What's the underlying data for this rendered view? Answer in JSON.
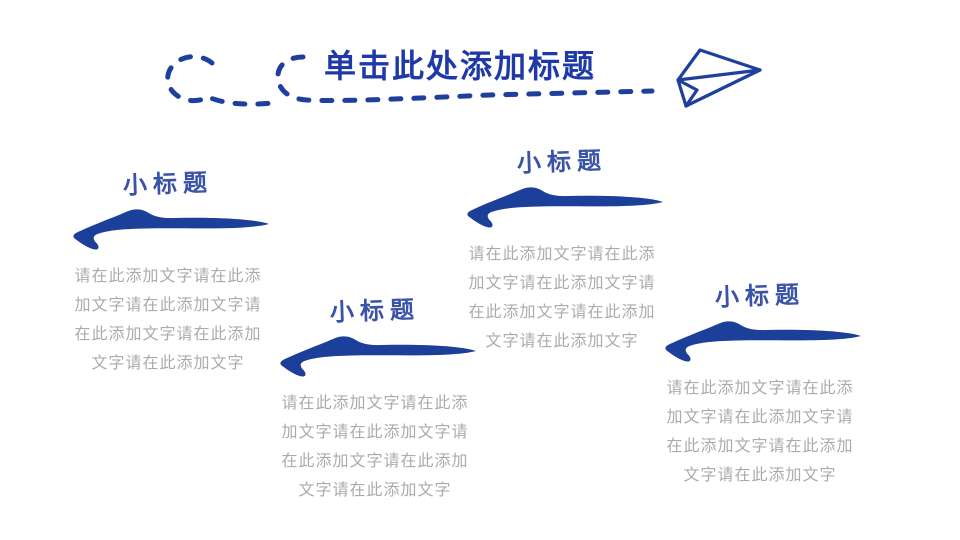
{
  "slide": {
    "title": "单击此处添加标题",
    "groups": [
      {
        "subtitle": "小标题",
        "body": "请在此添加文字请在此添加文字请在此添加文字请在此添加文字请在此添加文字请在此添加文字"
      },
      {
        "subtitle": "小标题",
        "body": "请在此添加文字请在此添加文字请在此添加文字请在此添加文字请在此添加文字请在此添加文字"
      },
      {
        "subtitle": "小标题",
        "body": "请在此添加文字请在此添加文字请在此添加文字请在此添加文字请在此添加文字请在此添加文字"
      },
      {
        "subtitle": "小标题",
        "body": "请在此添加文字请在此添加文字请在此添加文字请在此添加文字请在此添加文字请在此添加文字"
      }
    ],
    "icons": {
      "flight_path": "dashed-flight-path-icon",
      "paper_plane": "paper-plane-icon",
      "arrow_underline": "brush-arrow-icon"
    },
    "colors": {
      "title_blue": "#1F3AA8",
      "subtitle_blue": "#3A53A8",
      "ink_blue": "#1C3F99",
      "body_gray": "#ABABAB"
    }
  }
}
